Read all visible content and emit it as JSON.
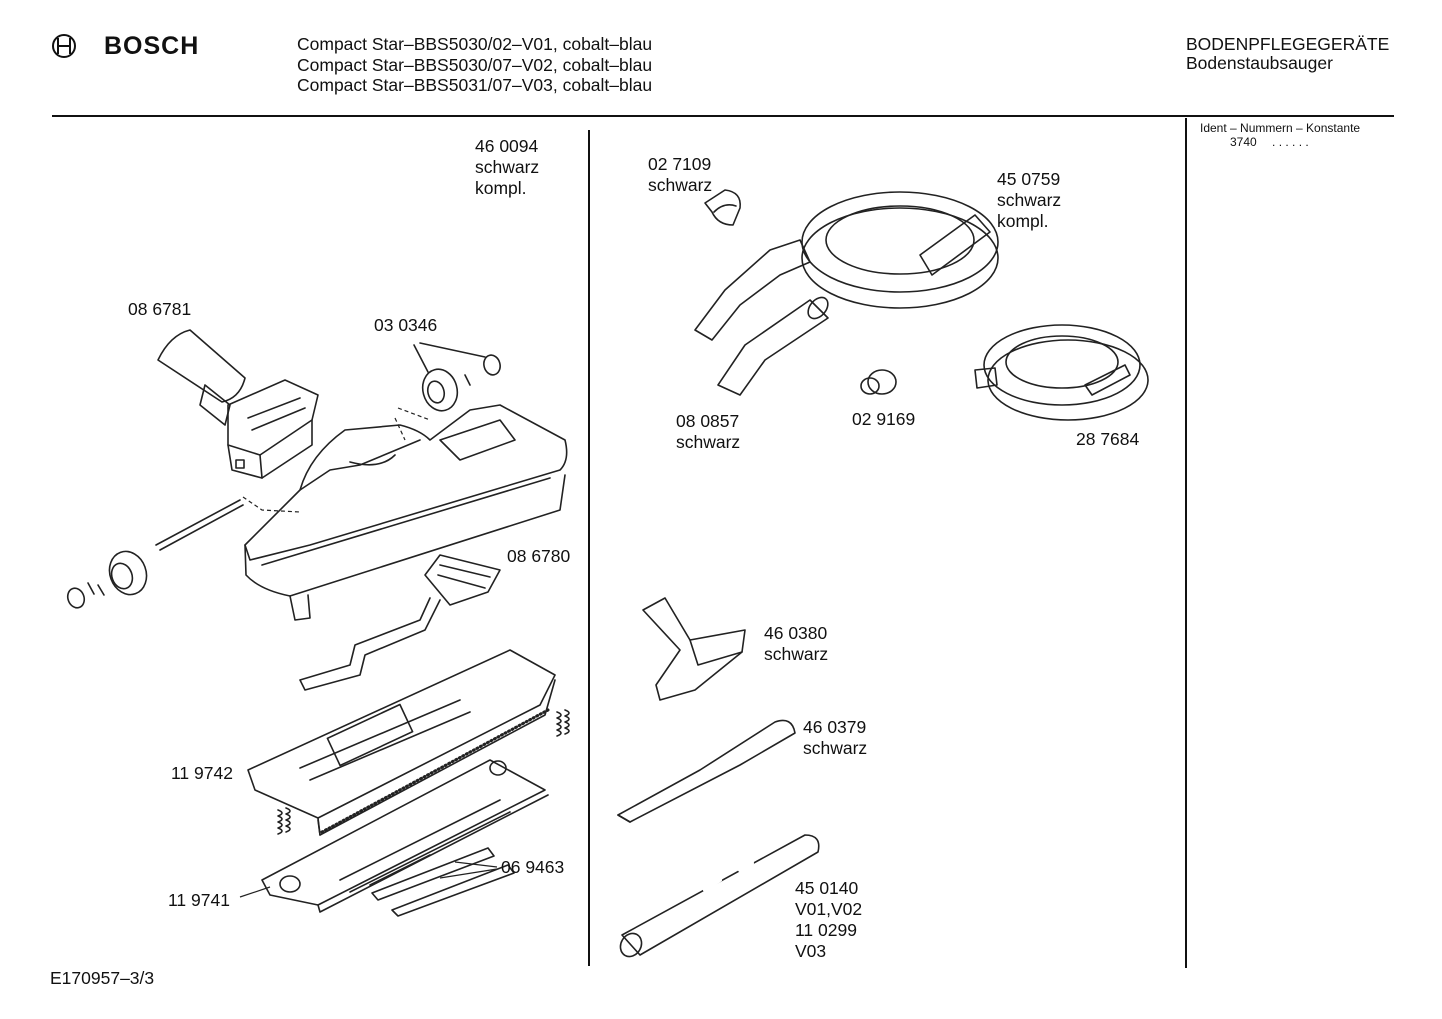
{
  "header": {
    "brand": "BOSCH",
    "models": [
      "Compact Star–BBS5030/02–V01, cobalt–blau",
      "Compact Star–BBS5030/07–V02, cobalt–blau",
      "Compact Star–BBS5031/07–V03, cobalt–blau"
    ],
    "category": "BODENPFLEGEGERÄTE",
    "subcategory": "Bodenstaubsauger"
  },
  "ident": {
    "title": "Ident – Nummern – Konstante",
    "value": "3740",
    "dots": ". .   . . . ."
  },
  "parts": [
    {
      "id": "p460094",
      "lines": [
        "46 0094",
        "schwarz",
        "kompl."
      ]
    },
    {
      "id": "p086781",
      "lines": [
        "08 6781"
      ]
    },
    {
      "id": "p030346",
      "lines": [
        "03 0346"
      ]
    },
    {
      "id": "p086780",
      "lines": [
        "08 6780"
      ]
    },
    {
      "id": "p119742",
      "lines": [
        "11 9742"
      ]
    },
    {
      "id": "p119741",
      "lines": [
        "11 9741"
      ]
    },
    {
      "id": "p069463",
      "lines": [
        "06 9463"
      ]
    },
    {
      "id": "p027109",
      "lines": [
        "02 7109",
        "schwarz"
      ]
    },
    {
      "id": "p450759",
      "lines": [
        "45 0759",
        "schwarz",
        "kompl."
      ]
    },
    {
      "id": "p080857",
      "lines": [
        "08 0857",
        "schwarz"
      ]
    },
    {
      "id": "p029169",
      "lines": [
        "02 9169"
      ]
    },
    {
      "id": "p287684",
      "lines": [
        "28 7684"
      ]
    },
    {
      "id": "p460380",
      "lines": [
        "46 0380",
        "schwarz"
      ]
    },
    {
      "id": "p460379",
      "lines": [
        "46 0379",
        "schwarz"
      ]
    },
    {
      "id": "p450140",
      "lines": [
        "45 0140",
        "V01,V02",
        "11 0299",
        "V03"
      ]
    }
  ],
  "footer": {
    "code": "E170957–3/3"
  }
}
